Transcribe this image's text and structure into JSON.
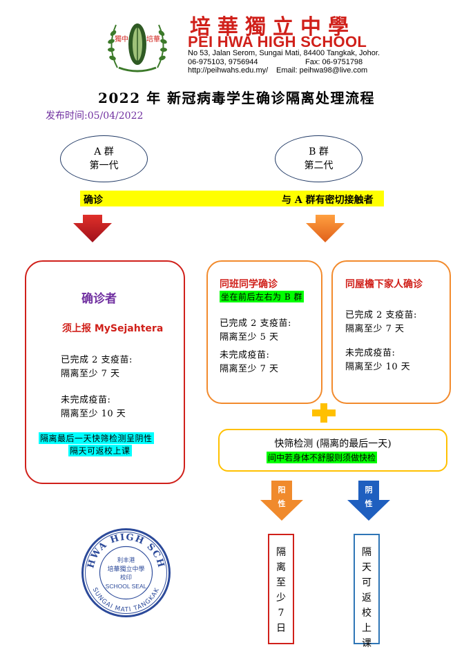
{
  "header": {
    "school_cn": "培華獨立中學",
    "school_en": "PEI HWA HIGH SCHOOL",
    "address": "No 53, Jalan Serom, Sungai Mati, 84400 Tangkak, Johor.",
    "phone": "06-975103, 9756944",
    "fax": "Fax: 06-9751798",
    "website": "http://peihwahs.edu.my/",
    "email": "Email: peihwa98@live.com",
    "logo_text_left": "獨中",
    "logo_text_right": "培華"
  },
  "title": "2022 年 新冠病毒学生确诊隔离处理流程",
  "publish_date": "发布时间:05/04/2022",
  "group_a": {
    "line1": "A 群",
    "line2": "第一代"
  },
  "group_b": {
    "line1": "B 群",
    "line2": "第二代"
  },
  "band": {
    "left": "确诊",
    "right": "与 A 群有密切接触者"
  },
  "confirmed": {
    "title": "确诊者",
    "report": "须上报 MySejahtera",
    "vaccinated_1": "已完成 2 支疫苗:",
    "vaccinated_2": "隔离至少 7 天",
    "unvaccinated_1": "未完成疫苗:",
    "unvaccinated_2": "隔离至少 10 天",
    "note_1": "隔离最后一天快筛检测呈阴性",
    "note_2": "隔天可返校上课"
  },
  "classmate": {
    "title": "同班同学确诊",
    "subtitle": "坐在前后左右为 B 群",
    "vaccinated_1": "已完成 2 支疫苗:",
    "vaccinated_2": "隔离至少 5 天",
    "unvaccinated_1": "未完成疫苗:",
    "unvaccinated_2": "隔离至少 7 天"
  },
  "household": {
    "title": "同屋檐下家人确诊",
    "vaccinated_1": "已完成 2 支疫苗:",
    "vaccinated_2": "隔离至少 7 天",
    "unvaccinated_1": "未完成疫苗:",
    "unvaccinated_2": "隔离至少 10 天"
  },
  "test": {
    "title": "快筛检测 (隔离的最后一天)",
    "subtitle": "间中若身体不舒服则须做快检"
  },
  "positive": {
    "label_1": "阳",
    "label_2": "性",
    "result": [
      "隔",
      "离",
      "至",
      "少",
      "7",
      "日"
    ]
  },
  "negative": {
    "label_1": "阴",
    "label_2": "性",
    "result": [
      "隔",
      "天",
      "可",
      "返",
      "校",
      "上",
      "课"
    ]
  },
  "seal": {
    "ring_text": "PEI HWA HIGH SCHOOL",
    "bottom_text": "SUNGAI MATI TANGKAK",
    "line1": "利丰港",
    "line2": "培華獨立中學",
    "line3": "校印",
    "line4": "SCHOOL SEAL"
  },
  "colors": {
    "red": "#d0201a",
    "orange": "#f28a2c",
    "yellow": "#ffff00",
    "cyan": "#00ffff",
    "green": "#00ff00",
    "purple": "#7030a0",
    "blue": "#1f5fbf",
    "seal_blue": "#2c4a9a"
  }
}
